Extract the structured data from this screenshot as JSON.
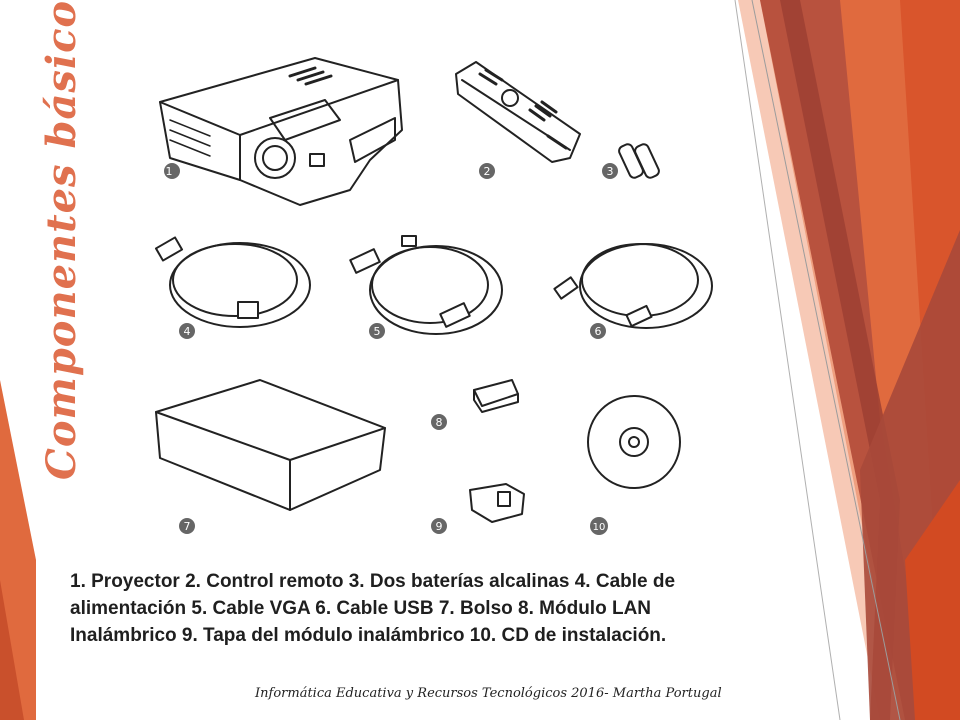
{
  "slide": {
    "title": "Componentes básicos",
    "caption": "1. Proyector   2. Control remoto    3. Dos baterías alcalinas  4. Cable de alimentación  5. Cable VGA  6. Cable USB  7. Bolso  8. Módulo LAN Inalámbrico 9. Tapa del módulo inalámbrico  10. CD de instalación.",
    "footer": "Informática Educativa y Recursos Tecnológicos 2016- Martha Portugal"
  },
  "components": [
    {
      "number": "1",
      "icon": "projector-icon"
    },
    {
      "number": "2",
      "icon": "remote-control-icon"
    },
    {
      "number": "3",
      "icon": "batteries-icon"
    },
    {
      "number": "4",
      "icon": "power-cable-icon"
    },
    {
      "number": "5",
      "icon": "vga-cable-icon"
    },
    {
      "number": "6",
      "icon": "usb-cable-icon"
    },
    {
      "number": "7",
      "icon": "bag-icon"
    },
    {
      "number": "8",
      "icon": "wireless-lan-module-icon"
    },
    {
      "number": "9",
      "icon": "module-cover-icon"
    },
    {
      "number": "10",
      "icon": "cd-icon"
    }
  ],
  "colors": {
    "accent": "#e0714f",
    "orange_dark": "#d9552c",
    "red_brown": "#a8493a",
    "salmon": "#ef9f7f",
    "light_peach": "#f7c9b6"
  }
}
